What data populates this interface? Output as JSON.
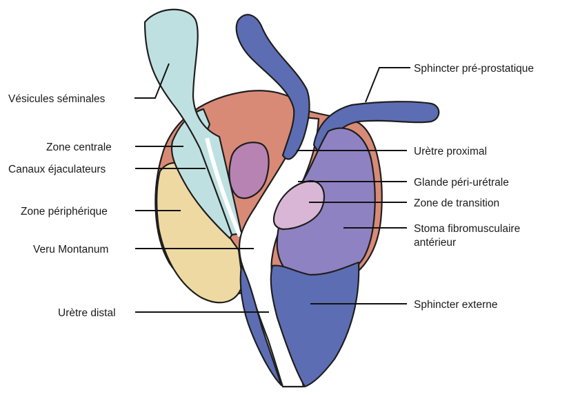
{
  "diagram": {
    "colors": {
      "stroma_red": "#d98a76",
      "central_zone_teal": "#bfe0e0",
      "peripheral_zone_yellow": "#efd9a2",
      "sphincter_blue": "#5d6db4",
      "fibromuscular_purple": "#8e82c2",
      "transition_pink": "#d9b6d6",
      "glande_magenta": "#b783b3"
    },
    "labels_left": [
      {
        "key": "vesicules",
        "text": "Vésicules séminales"
      },
      {
        "key": "zone_centrale",
        "text": "Zone centrale"
      },
      {
        "key": "canaux",
        "text": "Canaux éjaculateurs"
      },
      {
        "key": "zone_peripherique",
        "text": "Zone périphérique"
      },
      {
        "key": "veru",
        "text": "Veru Montanum"
      },
      {
        "key": "uretre_distal",
        "text": "Urètre distal"
      }
    ],
    "labels_right": [
      {
        "key": "sphincter_pre",
        "text": "Sphincter pré-prostatique"
      },
      {
        "key": "uretre_proximal",
        "text": "Urètre proximal"
      },
      {
        "key": "glande",
        "text": "Glande péri-urétrale"
      },
      {
        "key": "zone_transition",
        "text": "Zone de transition"
      },
      {
        "key": "stoma",
        "text": "Stoma fibromusculaire",
        "text2": "antérieur"
      },
      {
        "key": "sphincter_externe",
        "text": "Sphincter externe"
      }
    ]
  }
}
